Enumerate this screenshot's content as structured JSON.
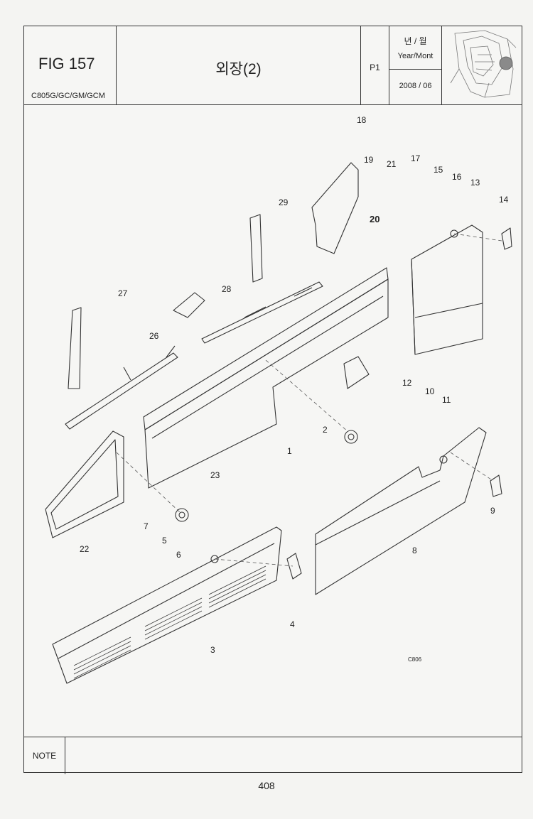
{
  "header": {
    "fig_number": "FIG 157",
    "model_codes": "C805G/GC/GM/GCM",
    "title": "외장(2)",
    "page_code": "P1",
    "year_month_korean": "년 / 월",
    "year_month_english": "Year/Mont",
    "date": "2008 / 06"
  },
  "drawing": {
    "code": "C806",
    "callouts": [
      "1",
      "2",
      "3",
      "4",
      "5",
      "6",
      "7",
      "8",
      "9",
      "10",
      "11",
      "12",
      "13",
      "14",
      "15",
      "16",
      "17",
      "18",
      "19",
      "20",
      "21",
      "22",
      "23",
      "26",
      "27",
      "28",
      "29"
    ]
  },
  "footer": {
    "note_label": "NOTE",
    "note_text": ""
  },
  "page_number": "408"
}
